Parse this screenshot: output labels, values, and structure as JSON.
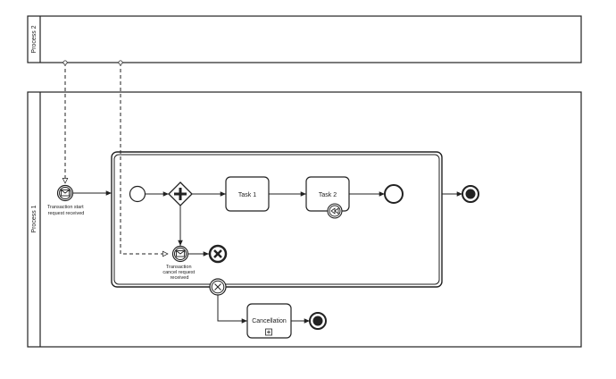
{
  "pools": {
    "process2": {
      "label": "Process 2"
    },
    "process1": {
      "label": "Process 1"
    }
  },
  "events": {
    "transaction_start": {
      "label_lines": [
        "Transaction start",
        "request received"
      ]
    },
    "transaction_cancel": {
      "label_lines": [
        "Transaction",
        "cancel request",
        "received"
      ]
    }
  },
  "tasks": {
    "task1": {
      "label": "Task 1"
    },
    "task2": {
      "label": "Task 2"
    },
    "cancellation": {
      "label": "Cancellation"
    }
  },
  "colors": {
    "stroke": "#222222",
    "background": "#ffffff"
  },
  "icons": {
    "message": "envelope-icon",
    "gateway": "parallel-gateway-plus-icon",
    "compensation": "compensation-rewind-icon",
    "cancel": "cancel-x-icon",
    "subprocess": "subprocess-plus-icon"
  }
}
